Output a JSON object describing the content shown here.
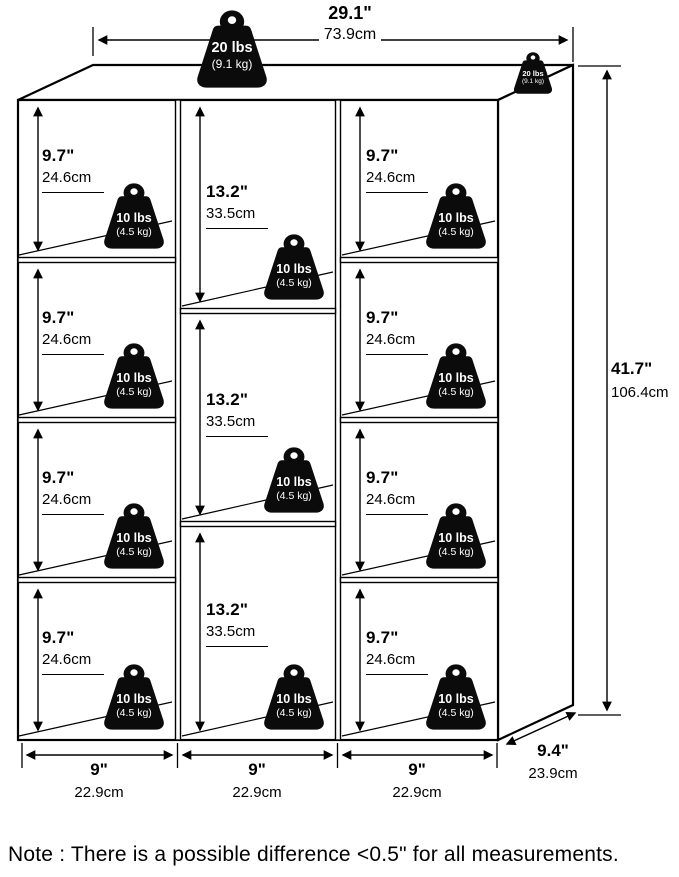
{
  "overall": {
    "width_in": "29.1\"",
    "width_cm": "73.9cm",
    "height_in": "41.7\"",
    "height_cm": "106.4cm",
    "depth_in": "9.4\"",
    "depth_cm": "23.9cm"
  },
  "columns": {
    "width_in": "9\"",
    "width_cm": "22.9cm"
  },
  "cubes": {
    "side": {
      "height_in": "9.7\"",
      "height_cm": "24.6cm"
    },
    "middle": {
      "height_in": "13.2\"",
      "height_cm": "33.5cm"
    }
  },
  "weights": {
    "top": {
      "lbs": "20 lbs",
      "kg": "(9.1 kg)"
    },
    "cube": {
      "lbs": "10 lbs",
      "kg": "(4.5 kg)"
    }
  },
  "note": {
    "text": "Note : There is a possible difference <0.5\" for all measurements."
  }
}
